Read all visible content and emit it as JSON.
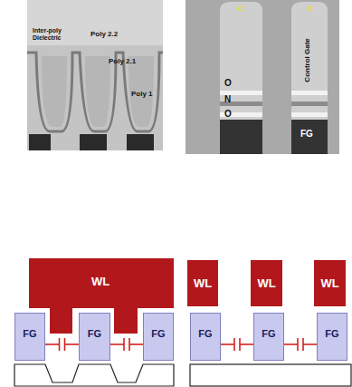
{
  "diagram": {
    "nodes": [
      {
        "text": [
          "WL"
        ]
      },
      {
        "text": [
          "FG"
        ]
      },
      {
        "text": [
          "FG"
        ]
      },
      {
        "text": [
          "FG"
        ]
      },
      {
        "text": [
          "WL"
        ]
      },
      {
        "text": [
          "WL"
        ]
      },
      {
        "text": [
          "WL"
        ]
      },
      {
        "text": [
          "FG"
        ]
      },
      {
        "text": [
          "FG"
        ]
      },
      {
        "text": [
          "FG"
        ]
      }
    ],
    "edges": [
      {
        "from": 1,
        "to": 2,
        "arrow": "none"
      },
      {
        "from": 2,
        "to": 3,
        "arrow": "none"
      },
      {
        "from": 7,
        "to": 8,
        "arrow": "none"
      },
      {
        "from": 8,
        "to": 9,
        "arrow": "none"
      }
    ],
    "labels": [
      "Inter-poly Dielectric",
      "Poly 2.2",
      "Poly 2.1",
      "Poly 1",
      "C",
      "C",
      "Control Gate",
      "O",
      "N",
      "O",
      "FG"
    ]
  }
}
